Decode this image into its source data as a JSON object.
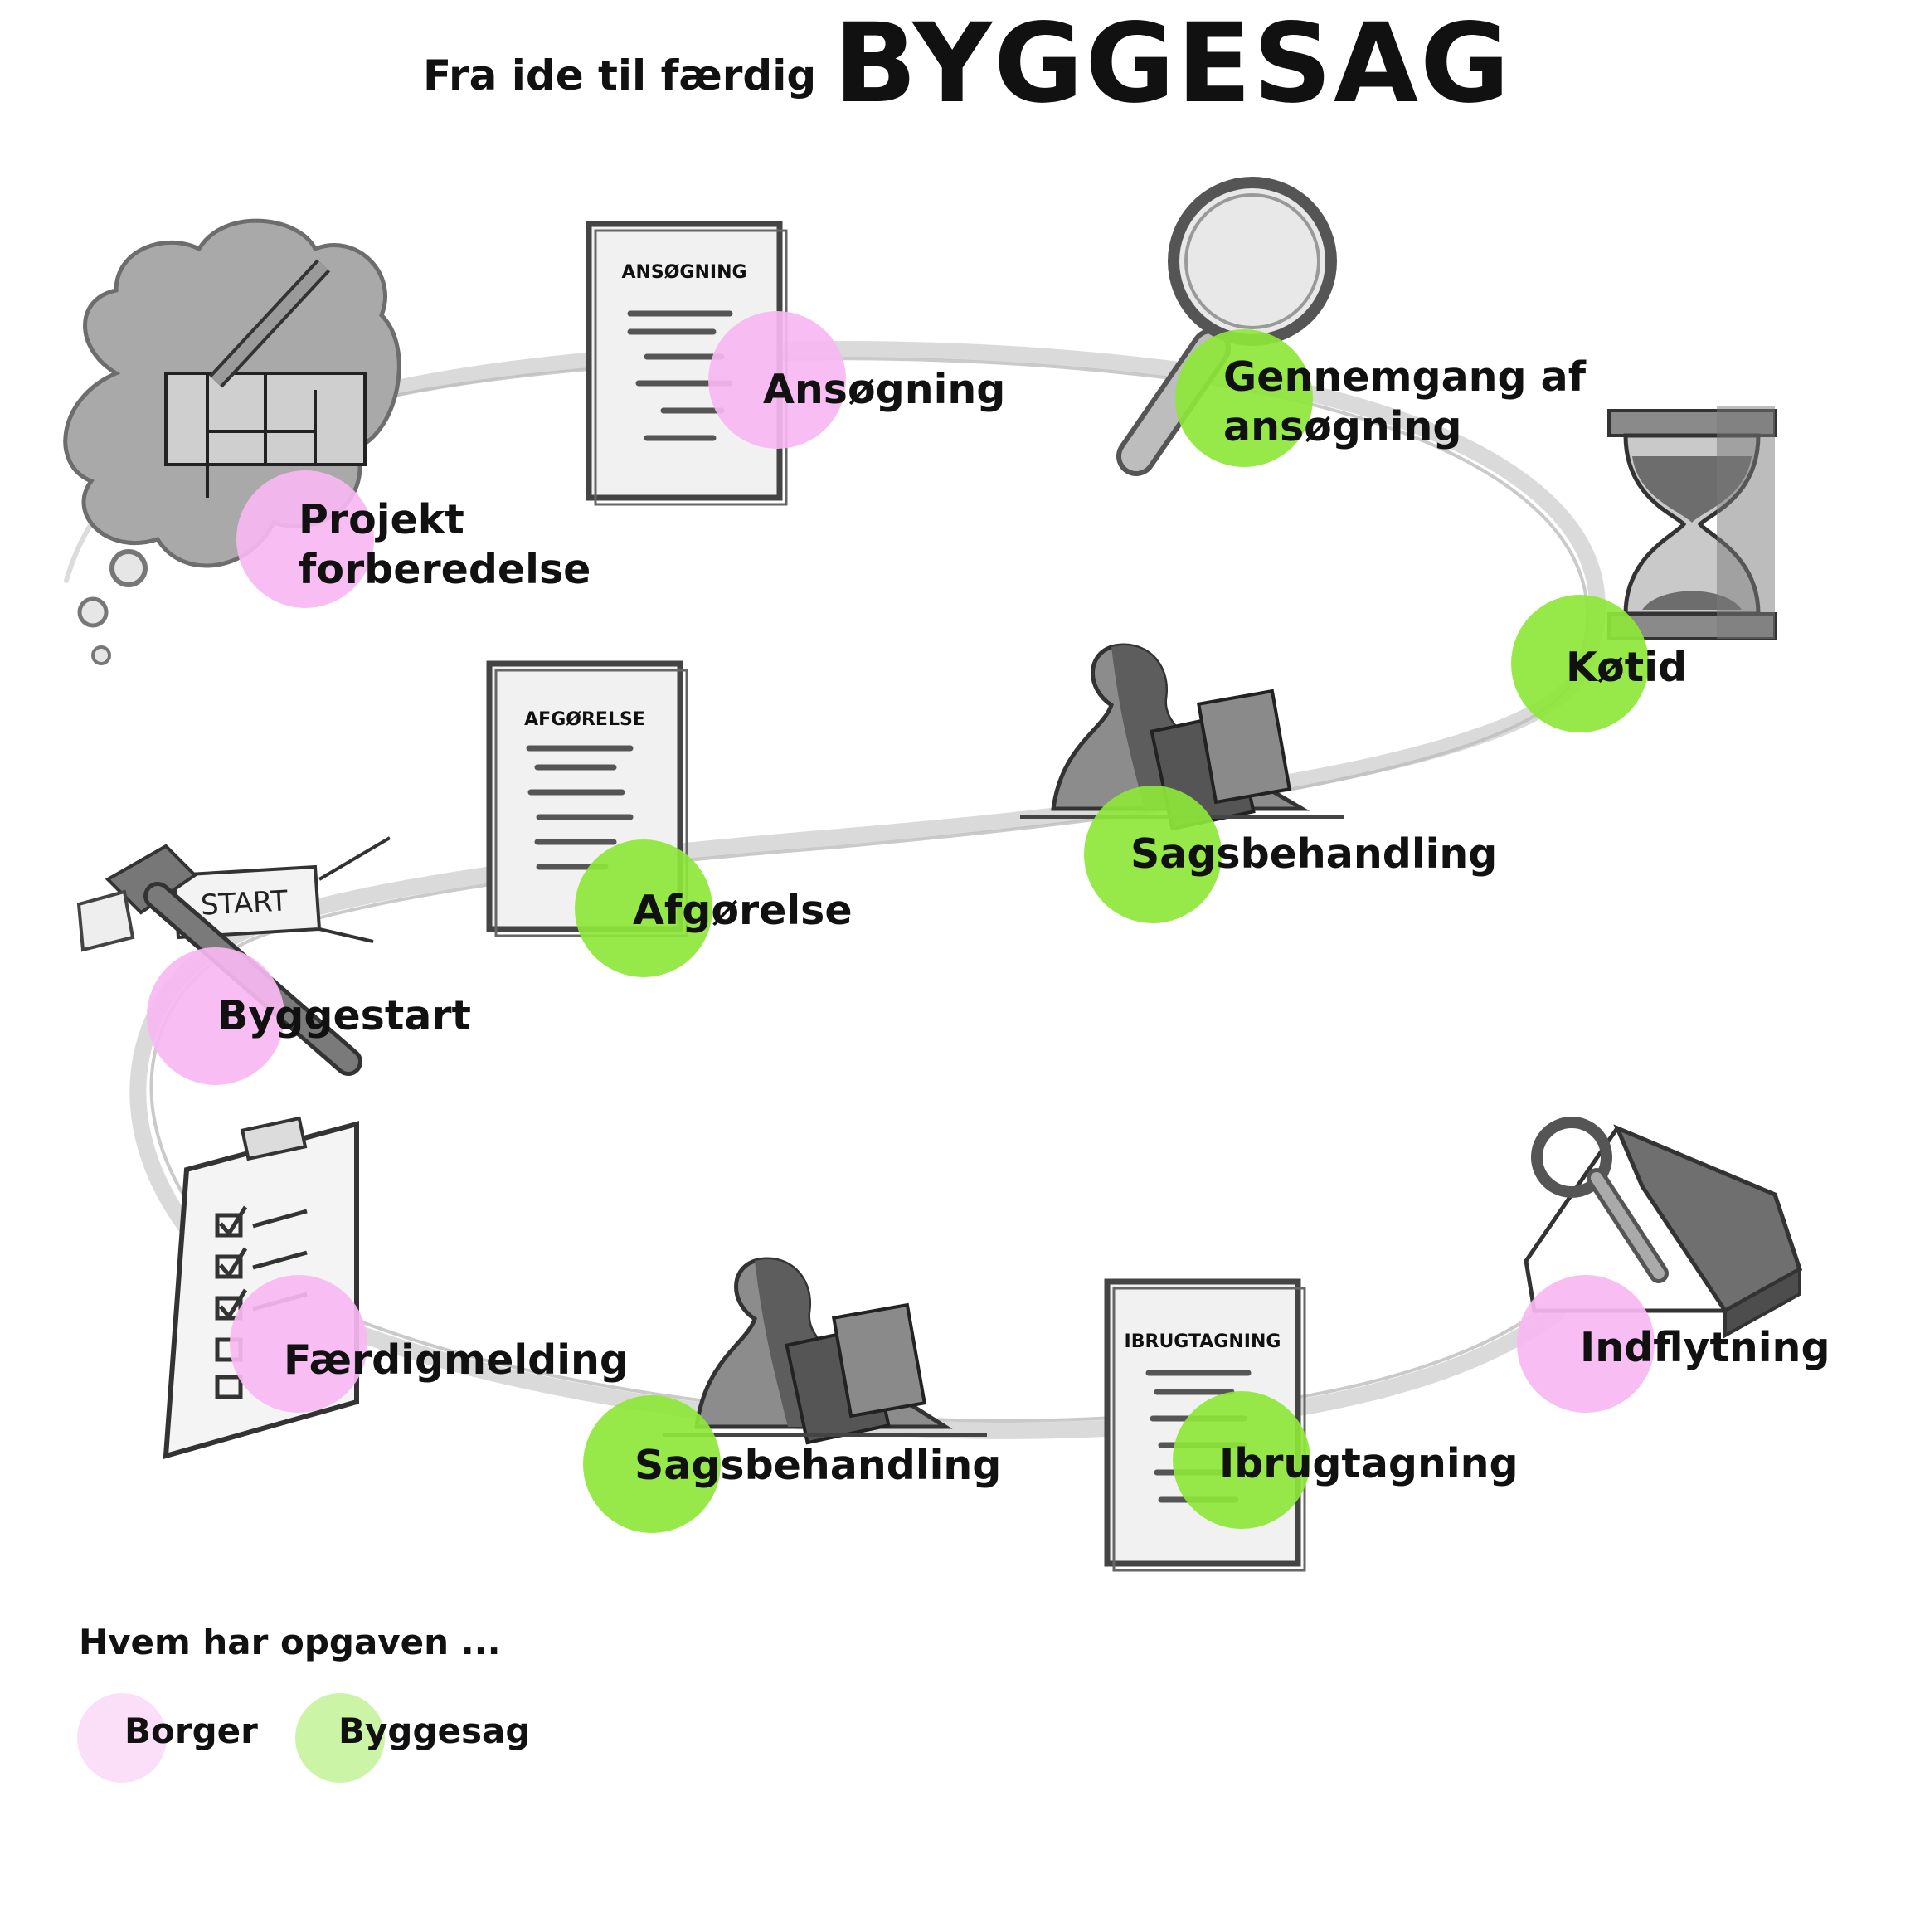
{
  "title": {
    "prefix": "Fra ide til færdig",
    "main": "BYGGESAG"
  },
  "colors": {
    "borger": "#f7b8f2",
    "byggesag": "#8ee63a",
    "sketch": "#6b6b6b",
    "path": "#d8d8d8"
  },
  "steps": [
    {
      "id": "projekt",
      "line1": "Projekt",
      "line2": "forberedelse",
      "role": "borger",
      "icon": "thought-cloud-floorplan-icon"
    },
    {
      "id": "ansoegning",
      "line1": "Ansøgning",
      "role": "borger",
      "icon": "document-icon",
      "doc_title": "ANSØGNING"
    },
    {
      "id": "gennemgang",
      "line1": "Gennemgang af",
      "line2": "ansøgning",
      "role": "byggesag",
      "icon": "magnifier-icon"
    },
    {
      "id": "koetid",
      "line1": "Køtid",
      "role": "byggesag",
      "icon": "hourglass-icon"
    },
    {
      "id": "sagsbehandling1",
      "line1": "Sagsbehandling",
      "role": "byggesag",
      "icon": "caseworker-icon"
    },
    {
      "id": "afgoerelse",
      "line1": "Afgørelse",
      "role": "byggesag",
      "icon": "document-icon",
      "doc_title": "AFGØRELSE"
    },
    {
      "id": "byggestart",
      "line1": "Byggestart",
      "role": "borger",
      "icon": "hammer-start-sign-icon",
      "sign_text": "START"
    },
    {
      "id": "faerdigmelding",
      "line1": "Færdigmelding",
      "role": "borger",
      "icon": "checklist-clipboard-icon"
    },
    {
      "id": "sagsbehandling2",
      "line1": "Sagsbehandling",
      "role": "byggesag",
      "icon": "caseworker-icon"
    },
    {
      "id": "ibrugtagning",
      "line1": "Ibrugtagning",
      "role": "byggesag",
      "icon": "document-icon",
      "doc_title": "IBRUGTAGNING"
    },
    {
      "id": "indflytning",
      "line1": "Indflytning",
      "role": "borger",
      "icon": "house-key-icon"
    }
  ],
  "legend": {
    "title": "Hvem har opgaven ...",
    "items": [
      {
        "label": "Borger",
        "role": "borger"
      },
      {
        "label": "Byggesag",
        "role": "byggesag"
      }
    ]
  }
}
